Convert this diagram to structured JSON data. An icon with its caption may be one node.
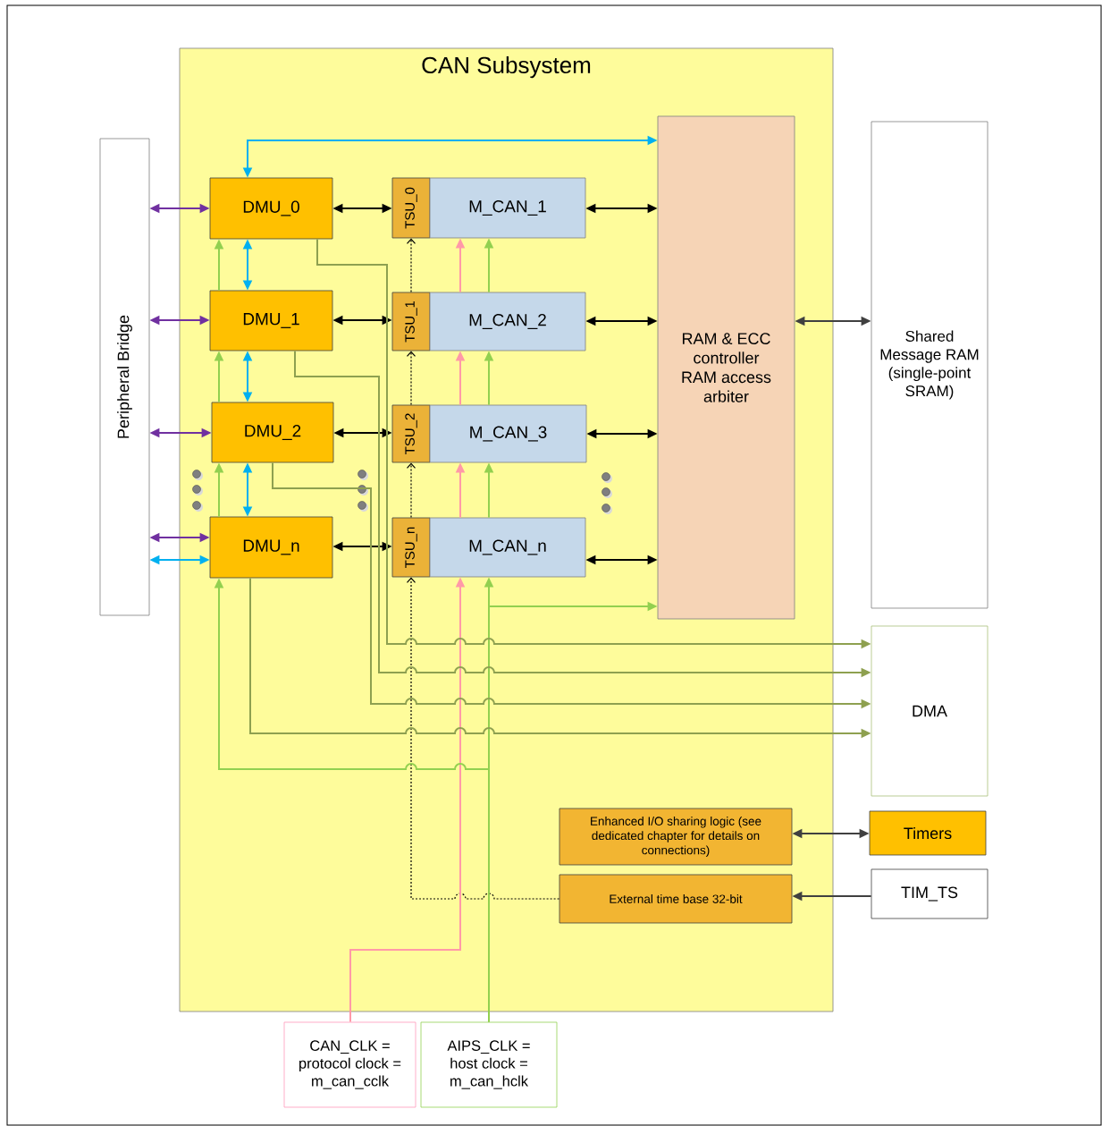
{
  "diagram": {
    "nodes": [
      {
        "text": [
          "CAN Subsystem"
        ]
      },
      {
        "text": [
          "Peripheral Bridge"
        ]
      },
      {
        "text": [
          "DMU_0"
        ],
        "in": 0
      },
      {
        "text": [
          "TSU_0"
        ],
        "in": 0
      },
      {
        "text": [
          "M_CAN_1"
        ],
        "in": 0
      },
      {
        "text": [
          "DMU_1"
        ],
        "in": 0
      },
      {
        "text": [
          "TSU_1"
        ],
        "in": 0
      },
      {
        "text": [
          "M_CAN_2"
        ],
        "in": 0
      },
      {
        "text": [
          "DMU_2"
        ],
        "in": 0
      },
      {
        "text": [
          "TSU_2"
        ],
        "in": 0
      },
      {
        "text": [
          "M_CAN_3"
        ],
        "in": 0
      },
      {
        "text": [
          "DMU_n"
        ],
        "in": 0
      },
      {
        "text": [
          "TSU_n"
        ],
        "in": 0
      },
      {
        "text": [
          "M_CAN_n"
        ],
        "in": 0
      },
      {
        "text": [
          "RAM & ECC controller RAM access arbiter"
        ],
        "in": 0
      },
      {
        "text": [
          "Shared Message RAM (single-point SRAM)"
        ]
      },
      {
        "text": [
          "DMA"
        ]
      },
      {
        "text": [
          "Enhanced I/O sharing logic (see dedicated chapter for details on connections)"
        ],
        "in": 0
      },
      {
        "text": [
          "Timers"
        ]
      },
      {
        "text": [
          "External time base 32-bit"
        ],
        "in": 0
      },
      {
        "text": [
          "TIM_TS"
        ]
      },
      {
        "text": [
          "CAN_CLK = protocol clock = m_can_cclk"
        ]
      },
      {
        "text": [
          "AIPS_CLK = host clock = m_can_hclk"
        ]
      }
    ],
    "edges": [
      {
        "from": 1,
        "to": 2,
        "arrow": "both",
        "color": "#7030a0"
      },
      {
        "from": 1,
        "to": 5,
        "arrow": "both",
        "color": "#7030a0"
      },
      {
        "from": 1,
        "to": 8,
        "arrow": "both",
        "color": "#7030a0"
      },
      {
        "from": 1,
        "to": 11,
        "arrow": "both",
        "color": "#7030a0"
      },
      {
        "from": 1,
        "to": 11,
        "arrow": "both",
        "color": "#00b0f0"
      },
      {
        "from": 2,
        "to": 14,
        "arrow": "both",
        "color": "#00b0f0"
      },
      {
        "from": 2,
        "to": 5,
        "arrow": "both",
        "color": "#00b0f0"
      },
      {
        "from": 5,
        "to": 8,
        "arrow": "both",
        "color": "#00b0f0"
      },
      {
        "from": 8,
        "to": 11,
        "arrow": "both",
        "color": "#00b0f0"
      },
      {
        "from": 2,
        "to": 3,
        "arrow": "both"
      },
      {
        "from": 5,
        "to": 6,
        "arrow": "both"
      },
      {
        "from": 8,
        "to": 9,
        "arrow": "both"
      },
      {
        "from": 11,
        "to": 12,
        "arrow": "both"
      },
      {
        "from": 4,
        "to": 14,
        "arrow": "both"
      },
      {
        "from": 7,
        "to": 14,
        "arrow": "both"
      },
      {
        "from": 10,
        "to": 14,
        "arrow": "both"
      },
      {
        "from": 13,
        "to": 14,
        "arrow": "both"
      },
      {
        "from": 14,
        "to": 15,
        "arrow": "both",
        "color": "#404040"
      },
      {
        "from": 17,
        "to": 18,
        "arrow": "both",
        "color": "#404040"
      },
      {
        "from": 20,
        "to": 19,
        "arrow": "to",
        "color": "#404040"
      },
      {
        "from": 19,
        "to": 12,
        "arrow": "to",
        "style": "dashed"
      },
      {
        "from": 12,
        "to": 9,
        "arrow": "to",
        "style": "dashed"
      },
      {
        "from": 9,
        "to": 6,
        "arrow": "to",
        "style": "dashed"
      },
      {
        "from": 6,
        "to": 3,
        "arrow": "to",
        "style": "dashed"
      },
      {
        "from": 21,
        "to": 13,
        "arrow": "to",
        "color": "#ff99a8"
      },
      {
        "from": 13,
        "to": 10,
        "arrow": "to",
        "color": "#ff99a8"
      },
      {
        "from": 10,
        "to": 7,
        "arrow": "to",
        "color": "#ff99a8"
      },
      {
        "from": 7,
        "to": 4,
        "arrow": "to",
        "color": "#ff99a8"
      },
      {
        "from": 22,
        "to": 13,
        "arrow": "to",
        "color": "#92d050"
      },
      {
        "from": 13,
        "to": 10,
        "arrow": "to",
        "color": "#92d050"
      },
      {
        "from": 10,
        "to": 7,
        "arrow": "to",
        "color": "#92d050"
      },
      {
        "from": 7,
        "to": 4,
        "arrow": "to",
        "color": "#92d050"
      },
      {
        "from": 22,
        "to": 14,
        "arrow": "to",
        "color": "#92d050"
      },
      {
        "from": 22,
        "to": 11,
        "arrow": "to",
        "color": "#92d050"
      },
      {
        "from": 11,
        "to": 8,
        "arrow": "to",
        "color": "#92d050"
      },
      {
        "from": 8,
        "to": 5,
        "arrow": "to",
        "color": "#92d050"
      },
      {
        "from": 5,
        "to": 2,
        "arrow": "to",
        "color": "#92d050"
      },
      {
        "from": 2,
        "to": 16,
        "arrow": "to",
        "color": "#8ea050"
      },
      {
        "from": 5,
        "to": 16,
        "arrow": "to",
        "color": "#8ea050"
      },
      {
        "from": 8,
        "to": 16,
        "arrow": "to",
        "color": "#8ea050"
      },
      {
        "from": 11,
        "to": 16,
        "arrow": "to",
        "color": "#8ea050"
      }
    ]
  }
}
